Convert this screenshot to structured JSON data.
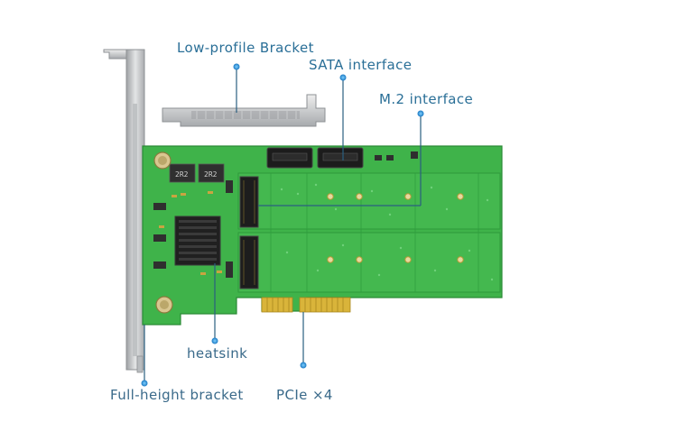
{
  "labels": {
    "low_profile_bracket": "Low-profile Bracket",
    "sata_interface": "SATA interface",
    "m2_interface": "M.2 interface",
    "heatsink": "heatsink",
    "full_height_bracket": "Full-height bracket",
    "pcie": "PCIe ×4"
  },
  "board_silkscreen": {
    "inductor_1": "2R2",
    "inductor_2": "2R2"
  },
  "colors": {
    "pcb_green": "#3fb34a",
    "pcb_dark": "#2e9a3b",
    "gold": "#d9b43a",
    "bracket_silver": "#c7c9cb",
    "heatsink_black": "#222222",
    "callout_blue": "#2a6f97",
    "dot_blue": "#2f8fd0"
  }
}
